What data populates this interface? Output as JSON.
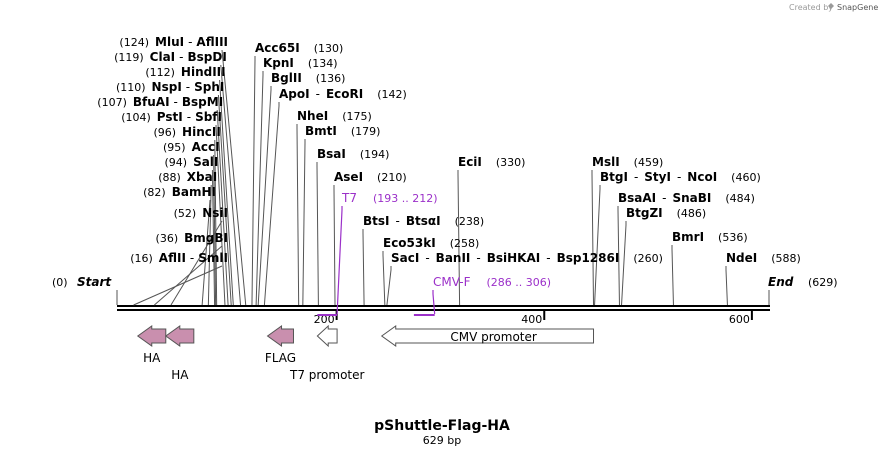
{
  "credit": {
    "prefix": "Created by",
    "brand": "SnapGene"
  },
  "map": {
    "length": 629,
    "title": "pShuttle-Flag-HA",
    "subtitle": "629 bp",
    "ticks": [
      {
        "bp": 200,
        "label": "200"
      },
      {
        "bp": 400,
        "label": "400"
      },
      {
        "bp": 600,
        "label": "600"
      }
    ],
    "edges": [
      {
        "bp": 0,
        "pos": "(0)",
        "name": "Start",
        "side": "left"
      },
      {
        "bp": 629,
        "pos": "(629)",
        "name": "End",
        "side": "right"
      }
    ],
    "sites_left": [
      {
        "bp": 124,
        "pos": "(124)",
        "names": [
          "MluI",
          "AflIII"
        ]
      },
      {
        "bp": 119,
        "pos": "(119)",
        "names": [
          "ClaI",
          "BspDI"
        ]
      },
      {
        "bp": 112,
        "pos": "(112)",
        "names": [
          "HindIII"
        ]
      },
      {
        "bp": 110,
        "pos": "(110)",
        "names": [
          "NspI",
          "SphI"
        ]
      },
      {
        "bp": 107,
        "pos": "(107)",
        "names": [
          "BfuAI",
          "BspMI"
        ]
      },
      {
        "bp": 104,
        "pos": "(104)",
        "names": [
          "PstI",
          "SbfI"
        ]
      },
      {
        "bp": 96,
        "pos": "(96)",
        "names": [
          "HincII"
        ]
      },
      {
        "bp": 95,
        "pos": "(95)",
        "names": [
          "AccI"
        ]
      },
      {
        "bp": 94,
        "pos": "(94)",
        "names": [
          "SalI"
        ]
      },
      {
        "bp": 88,
        "pos": "(88)",
        "names": [
          "XbaI"
        ]
      },
      {
        "bp": 82,
        "pos": "(82)",
        "names": [
          "BamHI"
        ]
      },
      {
        "bp": 52,
        "pos": "(52)",
        "names": [
          "NsiI"
        ]
      },
      {
        "bp": 36,
        "pos": "(36)",
        "names": [
          "BmgBI"
        ]
      },
      {
        "bp": 16,
        "pos": "(16)",
        "names": [
          "AflII",
          "SmlI"
        ]
      }
    ],
    "sites_right": [
      {
        "bp": 130,
        "pos": "(130)",
        "names": [
          "Acc65I"
        ]
      },
      {
        "bp": 134,
        "pos": "(134)",
        "names": [
          "KpnI"
        ]
      },
      {
        "bp": 136,
        "pos": "(136)",
        "names": [
          "BglII"
        ]
      },
      {
        "bp": 142,
        "pos": "(142)",
        "names": [
          "ApoI",
          "EcoRI"
        ]
      },
      {
        "bp": 175,
        "pos": "(175)",
        "names": [
          "NheI"
        ]
      },
      {
        "bp": 179,
        "pos": "(179)",
        "names": [
          "BmtI"
        ]
      },
      {
        "bp": 194,
        "pos": "(194)",
        "names": [
          "BsaI"
        ]
      },
      {
        "bp": 210,
        "pos": "(210)",
        "names": [
          "AseI"
        ]
      },
      {
        "bp": 238,
        "pos": "(238)",
        "names": [
          "BtsI",
          "BtsαI"
        ]
      },
      {
        "bp": 258,
        "pos": "(258)",
        "names": [
          "Eco53kI"
        ]
      },
      {
        "bp": 260,
        "pos": "(260)",
        "names": [
          "SacI",
          "BanII",
          "BsiHKAI",
          "Bsp1286I"
        ]
      },
      {
        "bp": 330,
        "pos": "(330)",
        "names": [
          "EciI"
        ]
      },
      {
        "bp": 459,
        "pos": "(459)",
        "names": [
          "MslI"
        ]
      },
      {
        "bp": 460,
        "pos": "(460)",
        "names": [
          "BtgI",
          "StyI",
          "NcoI"
        ]
      },
      {
        "bp": 484,
        "pos": "(484)",
        "names": [
          "BsaAI",
          "SnaBI"
        ]
      },
      {
        "bp": 486,
        "pos": "(486)",
        "names": [
          "BtgZI"
        ]
      },
      {
        "bp": 536,
        "pos": "(536)",
        "names": [
          "BmrI"
        ]
      },
      {
        "bp": 588,
        "pos": "(588)",
        "names": [
          "NdeI"
        ]
      }
    ],
    "primers": [
      {
        "name": "T7",
        "range": "(193 .. 212)",
        "start": 193,
        "end": 212,
        "color": "#9b30c9"
      },
      {
        "name": "CMV-F",
        "range": "(286 .. 306)",
        "start": 286,
        "end": 306,
        "color": "#9b30c9"
      }
    ],
    "features": [
      {
        "name": "HA",
        "start": 20,
        "end": 47,
        "color": "#c98fae",
        "dir": "left"
      },
      {
        "name": "HA",
        "start": 47,
        "end": 74,
        "color": "#c98fae",
        "dir": "left"
      },
      {
        "name": "FLAG",
        "start": 145,
        "end": 170,
        "color": "#c98fae",
        "dir": "left"
      },
      {
        "name": "T7 promoter",
        "start": 193,
        "end": 212,
        "color": "#ffffff",
        "dir": "left"
      },
      {
        "name": "CMV promoter",
        "start": 255,
        "end": 459,
        "color": "#ffffff",
        "dir": "left"
      }
    ],
    "colors": {
      "backbone": "#000000",
      "leader": "#555555",
      "primer": "#9b30c9",
      "feature_stroke": "#555555"
    }
  }
}
